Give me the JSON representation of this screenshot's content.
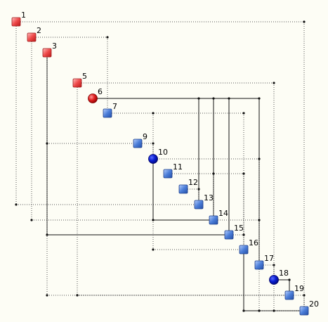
{
  "colors": {
    "background": "#fdfdf5",
    "red_node": "#e83030",
    "blue_node": "#3a6fd0",
    "dark_blue_node": "#0a1ed0",
    "dotted_line": "#555555",
    "solid_line": "#111111"
  },
  "nodes": [
    {
      "label": "1",
      "shape": "square",
      "color": "red"
    },
    {
      "label": "2",
      "shape": "square",
      "color": "red"
    },
    {
      "label": "3",
      "shape": "square",
      "color": "red"
    },
    {
      "label": "5",
      "shape": "square",
      "color": "red"
    },
    {
      "label": "6",
      "shape": "circle",
      "color": "red"
    },
    {
      "label": "7",
      "shape": "square",
      "color": "blue"
    },
    {
      "label": "9",
      "shape": "square",
      "color": "blue"
    },
    {
      "label": "10",
      "shape": "circle",
      "color": "dark-blue"
    },
    {
      "label": "11",
      "shape": "square",
      "color": "blue"
    },
    {
      "label": "12",
      "shape": "square",
      "color": "blue"
    },
    {
      "label": "13",
      "shape": "square",
      "color": "blue"
    },
    {
      "label": "14",
      "shape": "square",
      "color": "blue"
    },
    {
      "label": "15",
      "shape": "square",
      "color": "blue"
    },
    {
      "label": "16",
      "shape": "square",
      "color": "blue"
    },
    {
      "label": "17",
      "shape": "square",
      "color": "blue"
    },
    {
      "label": "18",
      "shape": "circle",
      "color": "dark-blue"
    },
    {
      "label": "19",
      "shape": "square",
      "color": "blue"
    },
    {
      "label": "20",
      "shape": "square",
      "color": "blue"
    }
  ]
}
